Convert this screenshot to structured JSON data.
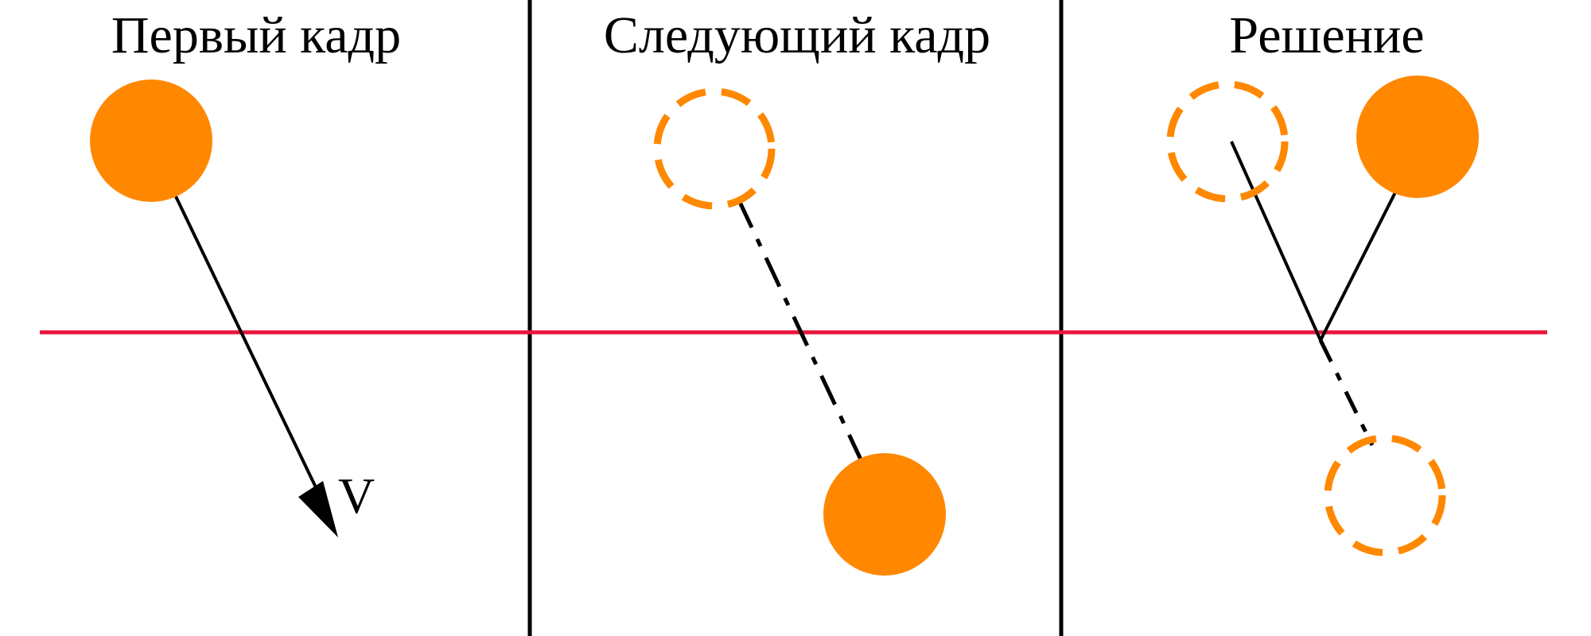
{
  "panels": [
    {
      "title": "Первый кадр"
    },
    {
      "title": "Следующий кадр"
    },
    {
      "title": "Решение"
    }
  ],
  "velocity_label": "V",
  "colors": {
    "ball": "#ff8800",
    "surface": "#e8163c",
    "ink": "#000000",
    "background": "#ffffff"
  }
}
